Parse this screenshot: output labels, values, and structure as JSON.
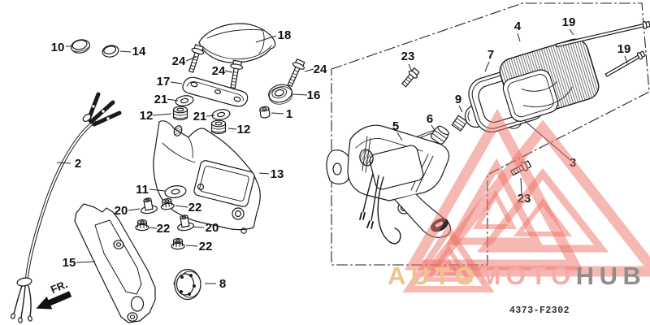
{
  "background": "#ffffff",
  "line_color": "#1a1a1a",
  "part_labels": [
    {
      "ref": "10"
    },
    {
      "ref": "14"
    },
    {
      "ref": "18"
    },
    {
      "ref": "24"
    },
    {
      "ref": "24"
    },
    {
      "ref": "24"
    },
    {
      "ref": "17"
    },
    {
      "ref": "21"
    },
    {
      "ref": "12"
    },
    {
      "ref": "21"
    },
    {
      "ref": "12"
    },
    {
      "ref": "16"
    },
    {
      "ref": "1"
    },
    {
      "ref": "2"
    },
    {
      "ref": "13"
    },
    {
      "ref": "11"
    },
    {
      "ref": "20"
    },
    {
      "ref": "22"
    },
    {
      "ref": "22"
    },
    {
      "ref": "20"
    },
    {
      "ref": "22"
    },
    {
      "ref": "15"
    },
    {
      "ref": "8"
    },
    {
      "ref": "23"
    },
    {
      "ref": "4"
    },
    {
      "ref": "19"
    },
    {
      "ref": "19"
    },
    {
      "ref": "7"
    },
    {
      "ref": "9"
    },
    {
      "ref": "6"
    },
    {
      "ref": "5"
    },
    {
      "ref": "3"
    },
    {
      "ref": "23"
    }
  ],
  "direction_indicator": {
    "label": "FR."
  },
  "watermark": {
    "text": "AUTOMOTOHUB",
    "segments": [
      {
        "text": "AUTO",
        "color": "#f1c289"
      },
      {
        "text": "MOTO",
        "color": "#f6aba5"
      },
      {
        "text": "HUB",
        "color": "#8e8e8e"
      }
    ],
    "triangle_color": "#ed7167"
  },
  "footer": {
    "diagram_code": "4373-F2302",
    "code_color": "#2f2f2f"
  }
}
